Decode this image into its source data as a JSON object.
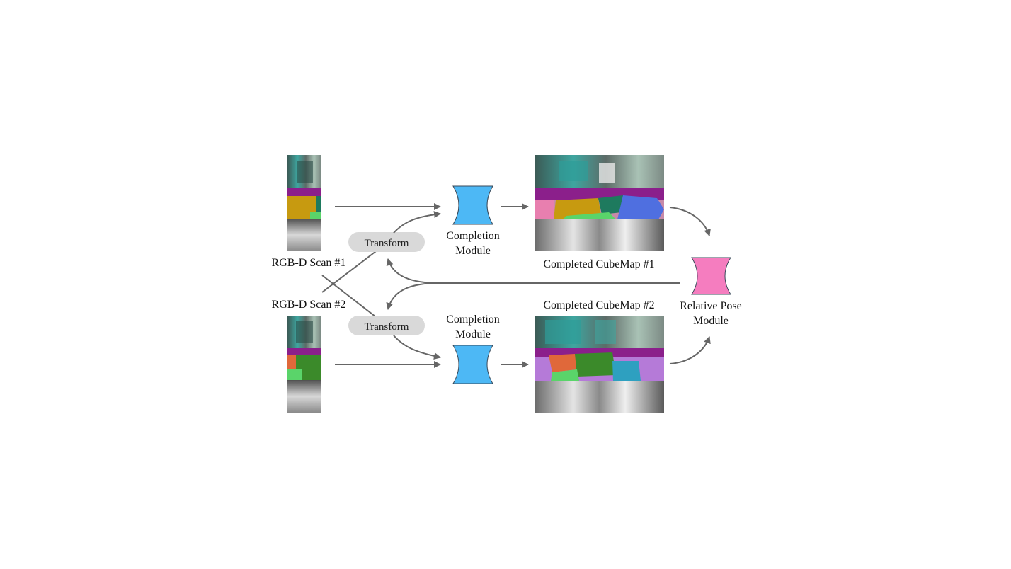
{
  "inputs": [
    {
      "label": "RGB-D Scan #1"
    },
    {
      "label": "RGB-D Scan #2"
    }
  ],
  "transforms": [
    {
      "label": "Transform"
    },
    {
      "label": "Transform"
    }
  ],
  "completion_modules": [
    {
      "label_line1": "Completion",
      "label_line2": "Module"
    },
    {
      "label_line1": "Completion",
      "label_line2": "Module"
    }
  ],
  "outputs": [
    {
      "label": "Completed CubeMap #1"
    },
    {
      "label": "Completed CubeMap #2"
    }
  ],
  "pose_module": {
    "label_line1": "Relative Pose",
    "label_line2": "Module"
  },
  "colors": {
    "completion_module": "#4db8f5",
    "pose_module": "#f57dbf",
    "transform_box": "#d9d9d9",
    "arrow": "#666666",
    "semantic_purple": "#8b1f8b"
  }
}
